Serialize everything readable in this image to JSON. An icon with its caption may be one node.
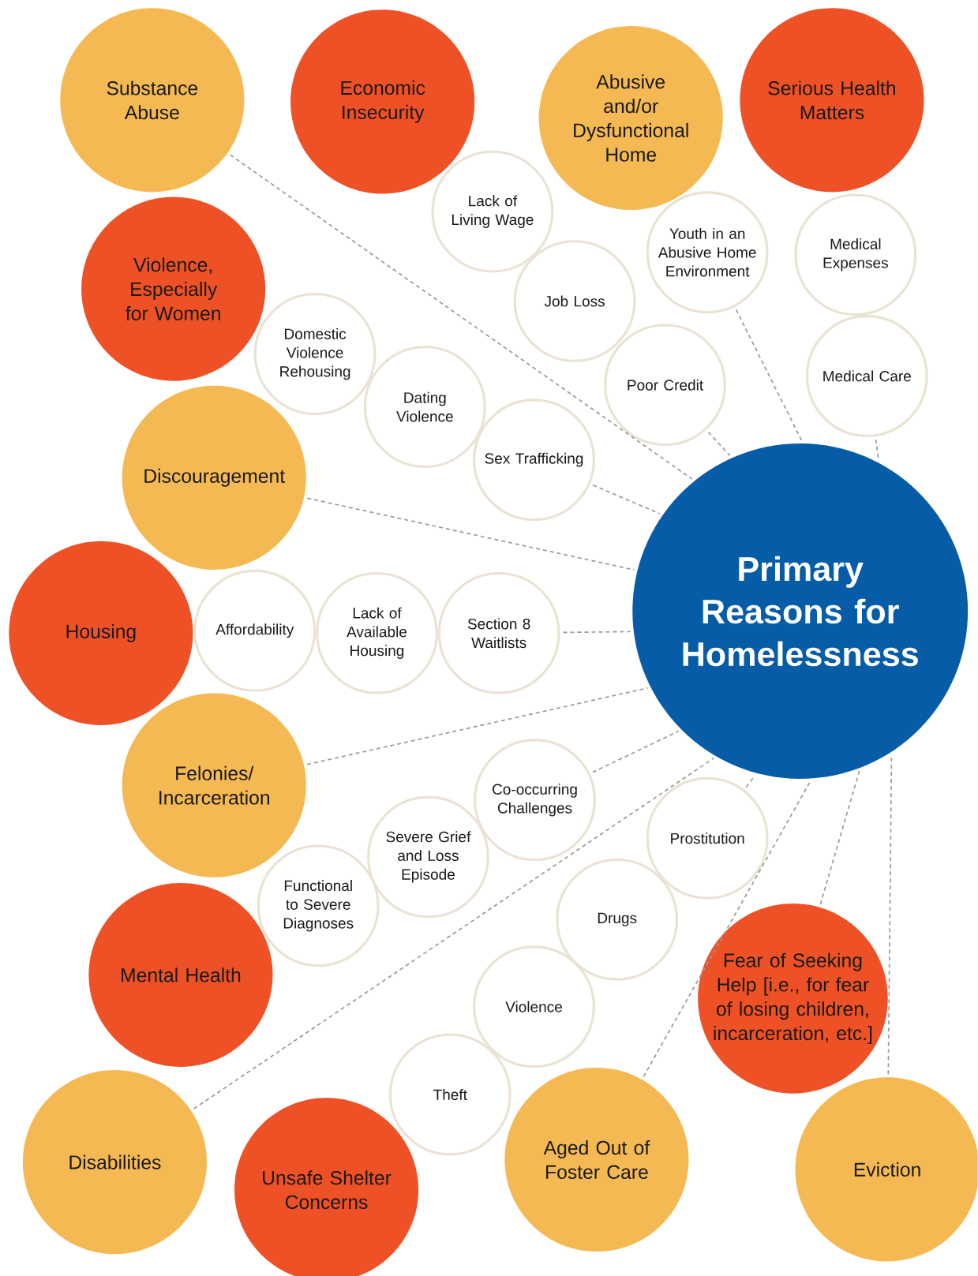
{
  "diagram": {
    "nodes": [
      {
        "text": [
          "Substance Abuse"
        ]
      },
      {
        "text": [
          "Economic Insecurity"
        ]
      },
      {
        "text": [
          "Abusive and/or Dysfunctional Home"
        ]
      },
      {
        "text": [
          "Serious Health Matters"
        ]
      },
      {
        "text": [
          "Lack of Living Wage"
        ]
      },
      {
        "text": [
          "Youth in an Abusive Home Environment"
        ]
      },
      {
        "text": [
          "Medical Expenses"
        ]
      },
      {
        "text": [
          "Violence, Especially for Women"
        ]
      },
      {
        "text": [
          "Job Loss"
        ]
      },
      {
        "text": [
          "Domestic Violence Rehousing"
        ]
      },
      {
        "text": [
          "Poor Credit"
        ]
      },
      {
        "text": [
          "Medical Care"
        ]
      },
      {
        "text": [
          "Dating Violence"
        ]
      },
      {
        "text": [
          "Discouragement"
        ]
      },
      {
        "text": [
          "Sex Trafficking"
        ]
      },
      {
        "text": [
          "Primary Reasons for Homelessness"
        ]
      },
      {
        "text": [
          "Housing"
        ]
      },
      {
        "text": [
          "Affordability"
        ]
      },
      {
        "text": [
          "Lack of Available Housing"
        ]
      },
      {
        "text": [
          "Section 8 Waitlists"
        ]
      },
      {
        "text": [
          "Felonies/ Incarceration"
        ]
      },
      {
        "text": [
          "Co-occurring Challenges"
        ]
      },
      {
        "text": [
          "Prostitution"
        ]
      },
      {
        "text": [
          "Severe Grief and Loss Episode"
        ]
      },
      {
        "text": [
          "Functional to Severe Diagnoses"
        ]
      },
      {
        "text": [
          "Drugs"
        ]
      },
      {
        "text": [
          "Fear of Seeking Help [i.e., for fear of losing children, incarceration, etc.]"
        ]
      },
      {
        "text": [
          "Mental Health"
        ]
      },
      {
        "text": [
          "Violence"
        ]
      },
      {
        "text": [
          "Theft"
        ]
      },
      {
        "text": [
          "Disabilities"
        ]
      },
      {
        "text": [
          "Unsafe Shelter Concerns"
        ]
      },
      {
        "text": [
          "Aged Out of Foster Care"
        ]
      },
      {
        "text": [
          "Eviction"
        ]
      }
    ],
    "edges": [
      {
        "from": 0,
        "to": 15,
        "arrow": "none"
      },
      {
        "from": 10,
        "to": 15,
        "arrow": "none"
      },
      {
        "from": 5,
        "to": 15,
        "arrow": "none"
      },
      {
        "from": 11,
        "to": 15,
        "arrow": "none"
      },
      {
        "from": 14,
        "to": 15,
        "arrow": "none"
      },
      {
        "from": 13,
        "to": 15,
        "arrow": "none"
      },
      {
        "from": 19,
        "to": 15,
        "arrow": "none"
      },
      {
        "from": 20,
        "to": 15,
        "arrow": "none"
      },
      {
        "from": 21,
        "to": 15,
        "arrow": "none"
      },
      {
        "from": 22,
        "to": 15,
        "arrow": "none"
      },
      {
        "from": 30,
        "to": 15,
        "arrow": "none"
      },
      {
        "from": 32,
        "to": 15,
        "arrow": "none"
      },
      {
        "from": 26,
        "to": 15,
        "arrow": "none"
      },
      {
        "from": 33,
        "to": 15,
        "arrow": "none"
      }
    ]
  }
}
